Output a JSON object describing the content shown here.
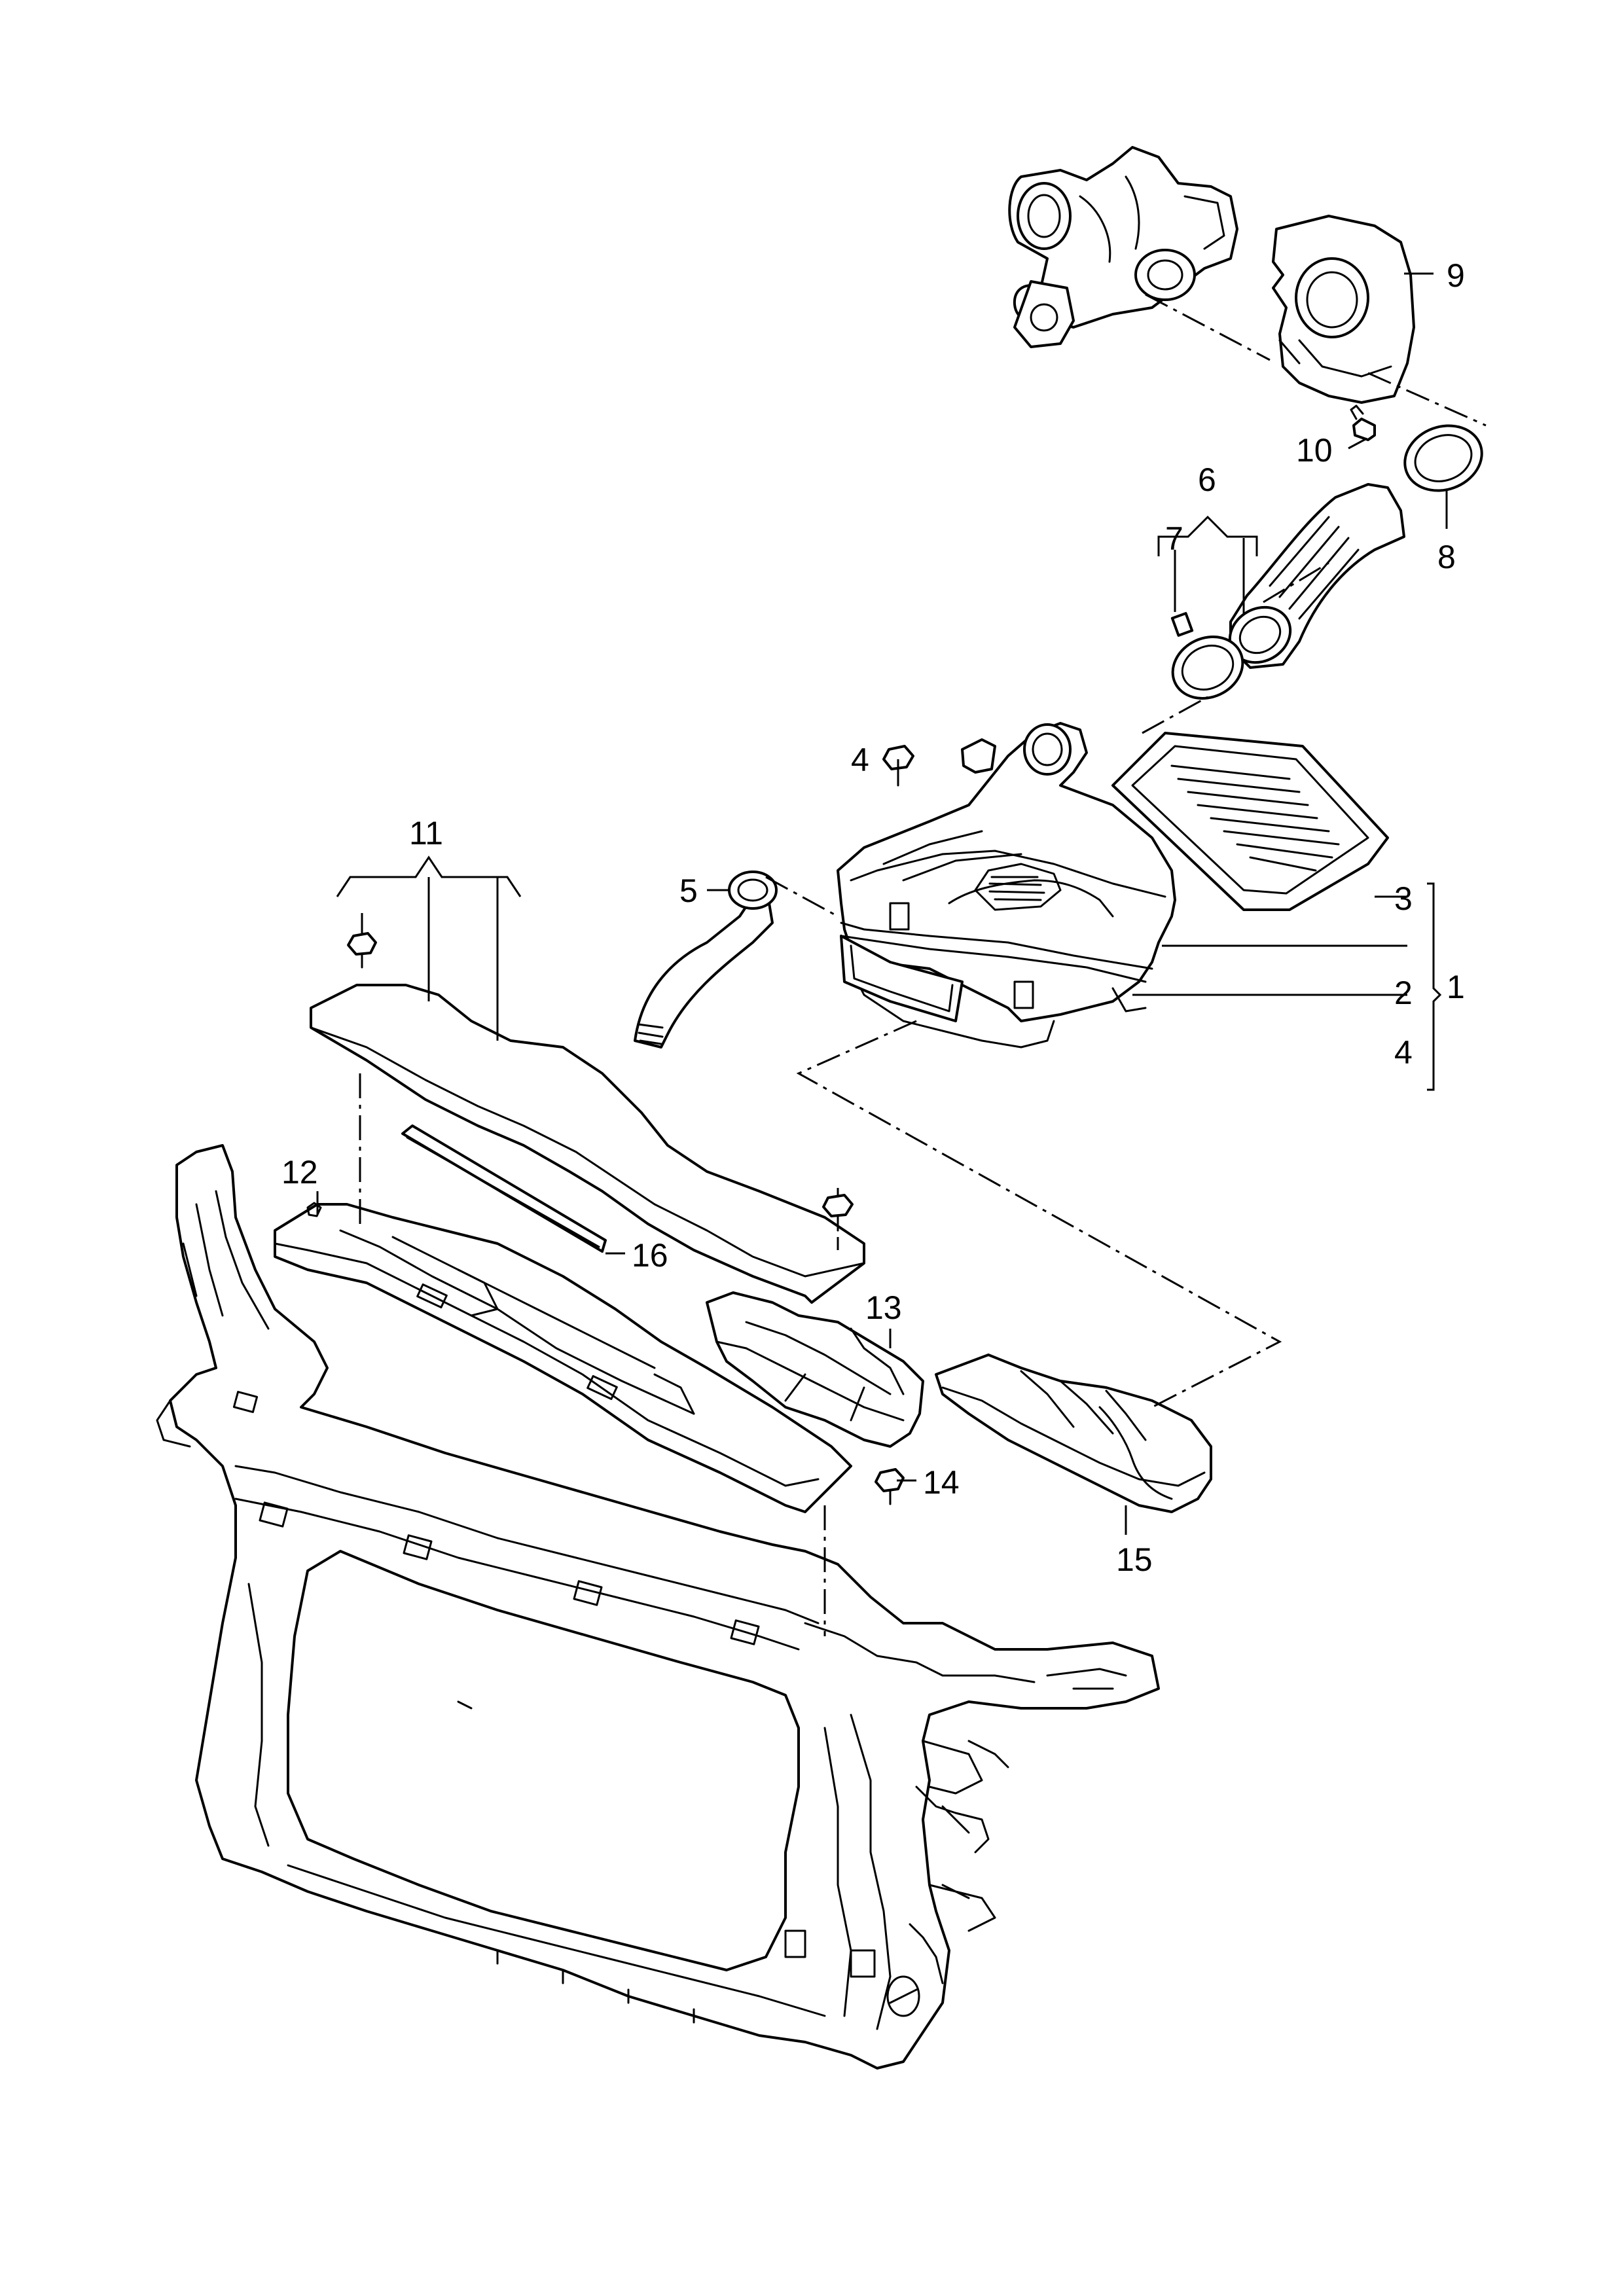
{
  "diagram": {
    "kind": "exploded parts diagram",
    "callouts": [
      {
        "id": "c1",
        "label": "1"
      },
      {
        "id": "c2",
        "label": "2"
      },
      {
        "id": "c3",
        "label": "3"
      },
      {
        "id": "c4a",
        "label": "4"
      },
      {
        "id": "c4b",
        "label": "4"
      },
      {
        "id": "c5",
        "label": "5"
      },
      {
        "id": "c6",
        "label": "6"
      },
      {
        "id": "c7",
        "label": "7"
      },
      {
        "id": "c8",
        "label": "8"
      },
      {
        "id": "c9",
        "label": "9"
      },
      {
        "id": "c10",
        "label": "10"
      },
      {
        "id": "c11",
        "label": "11"
      },
      {
        "id": "c12",
        "label": "12"
      },
      {
        "id": "c13",
        "label": "13"
      },
      {
        "id": "c14",
        "label": "14"
      },
      {
        "id": "c15",
        "label": "15"
      },
      {
        "id": "c16",
        "label": "16"
      }
    ]
  }
}
